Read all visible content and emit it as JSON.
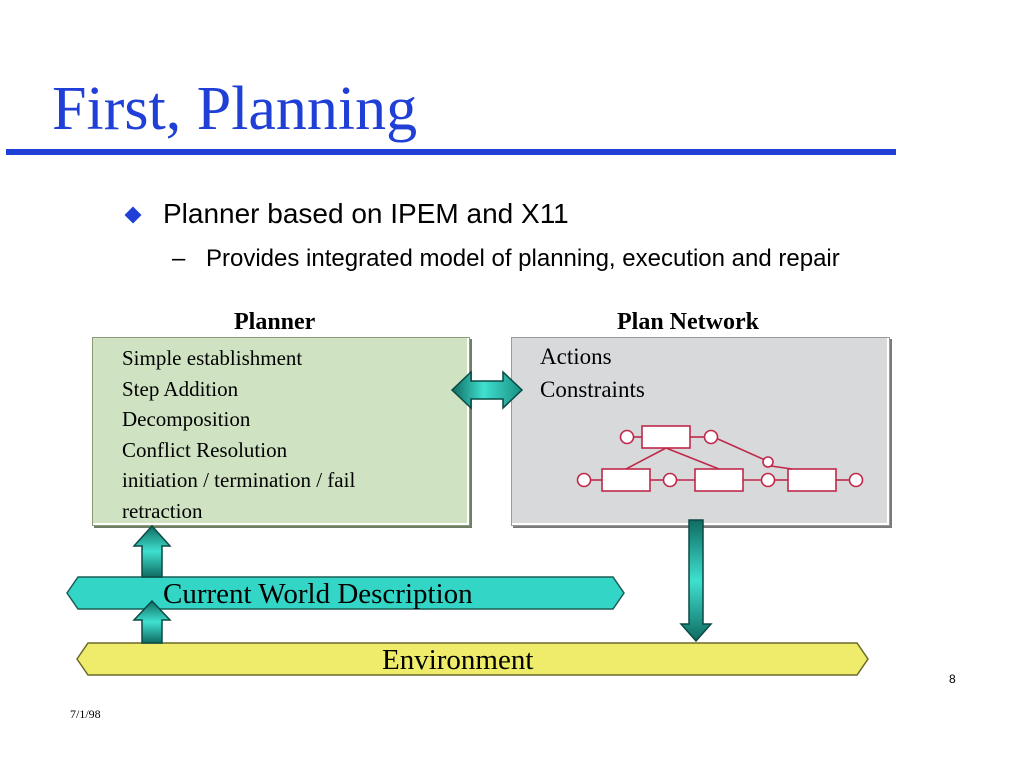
{
  "slide": {
    "title": "First, Planning",
    "bullet": "Planner based on IPEM and X11",
    "sub_bullet_dash": "–",
    "sub_bullet": "Provides integrated model of planning, execution and repair",
    "page_number": "8",
    "date": "7/1/98"
  },
  "diagram": {
    "planner": {
      "header": "Planner",
      "items": [
        "Simple establishment",
        "Step Addition",
        "Decomposition",
        "Conflict Resolution",
        "initiation / termination / fail",
        "retraction"
      ]
    },
    "plan_network": {
      "header": "Plan Network",
      "items": [
        "Actions",
        "Constraints"
      ]
    },
    "current_world_description": "Current World Description",
    "environment": "Environment"
  },
  "colors": {
    "title": "#1f3fd6",
    "planner_fill": "#cfe3c3",
    "network_fill": "#d8d9db",
    "teal": "#33d6c6",
    "yellow": "#eeec6a",
    "network_lines": "#c0284a"
  },
  "icons": [
    "diamond-bullet-icon",
    "double-arrow-icon",
    "up-arrow-icon",
    "down-arrow-icon"
  ]
}
